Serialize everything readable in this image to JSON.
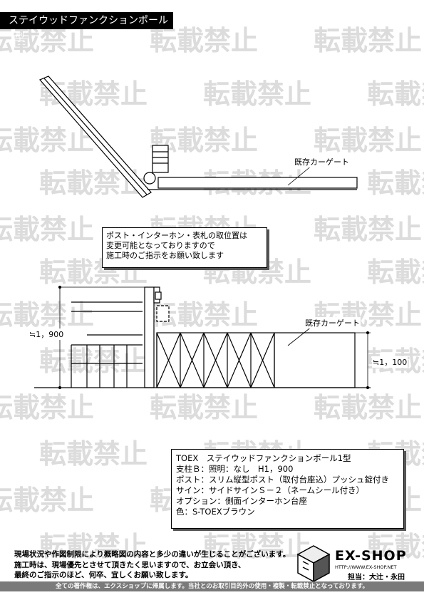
{
  "title": "ステイウッドファンクションポール1型",
  "watermark_text": "転載禁止",
  "plan_view": {
    "gate_label": "既存カーゲート"
  },
  "note": {
    "lines": [
      "ポスト・インターホン・表札の取位置は",
      "変更可能となっておりますので",
      "施工時のご指示をお願い致します"
    ]
  },
  "elevation": {
    "gate_label": "既存カーゲート",
    "height_left": "≒1，900",
    "height_right": "≒1，100"
  },
  "spec": {
    "lines": [
      "TOEX　ステイウッドファンクションポール1型",
      "支柱Ｂ：照明：なし　H1，900",
      "ポスト：スリム縦型ポスト（取付台座込）プッシュ錠付き",
      "サイン：サイドサインＳ－２（ネームシール付き）",
      "オプション：側面インターホン台座",
      "色：S-TOEXブラウン"
    ]
  },
  "disclaimer": {
    "lines": [
      "現場状況や作図制限により概略図の内容と多少の違いが生じることがございます。",
      "施工時は、現場優先とさせて頂きたく思いますので、お立会い頂き、",
      "最終のご指示のほど、何卒、宜しくお願い致します。"
    ]
  },
  "logo": {
    "name": "EX-SHOP",
    "url": "HTTP://WWW.EX-SHOP.NET",
    "person": "担当：大辻・永田"
  },
  "footer": "全ての著作権は、エクスショップに帰属します。当社とのお取引目的外の使用・複製・転載禁止となっております。"
}
